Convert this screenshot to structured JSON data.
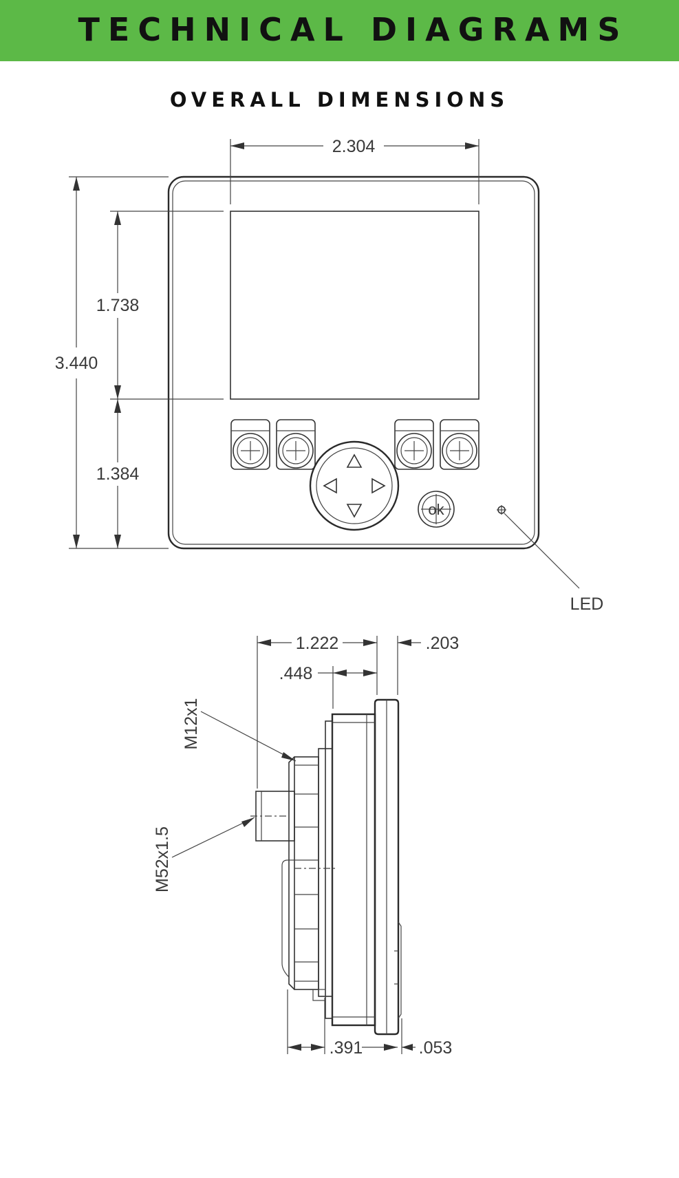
{
  "header": {
    "title": "TECHNICAL DIAGRAMS"
  },
  "section": {
    "subtitle": "OVERALL DIMENSIONS"
  },
  "front_view": {
    "width_label": "2.304",
    "height_label": "3.440",
    "screen_height_label": "1.738",
    "lower_height_label": "1.384",
    "led_label": "LED",
    "ok_label": "ok"
  },
  "side_view": {
    "depth_label": "1.222",
    "face_label": ".203",
    "body_label": ".448",
    "connector_label": "M12x1",
    "thread_label": "M52x1.5",
    "nut_label": ".391",
    "lip_label": ".053"
  }
}
